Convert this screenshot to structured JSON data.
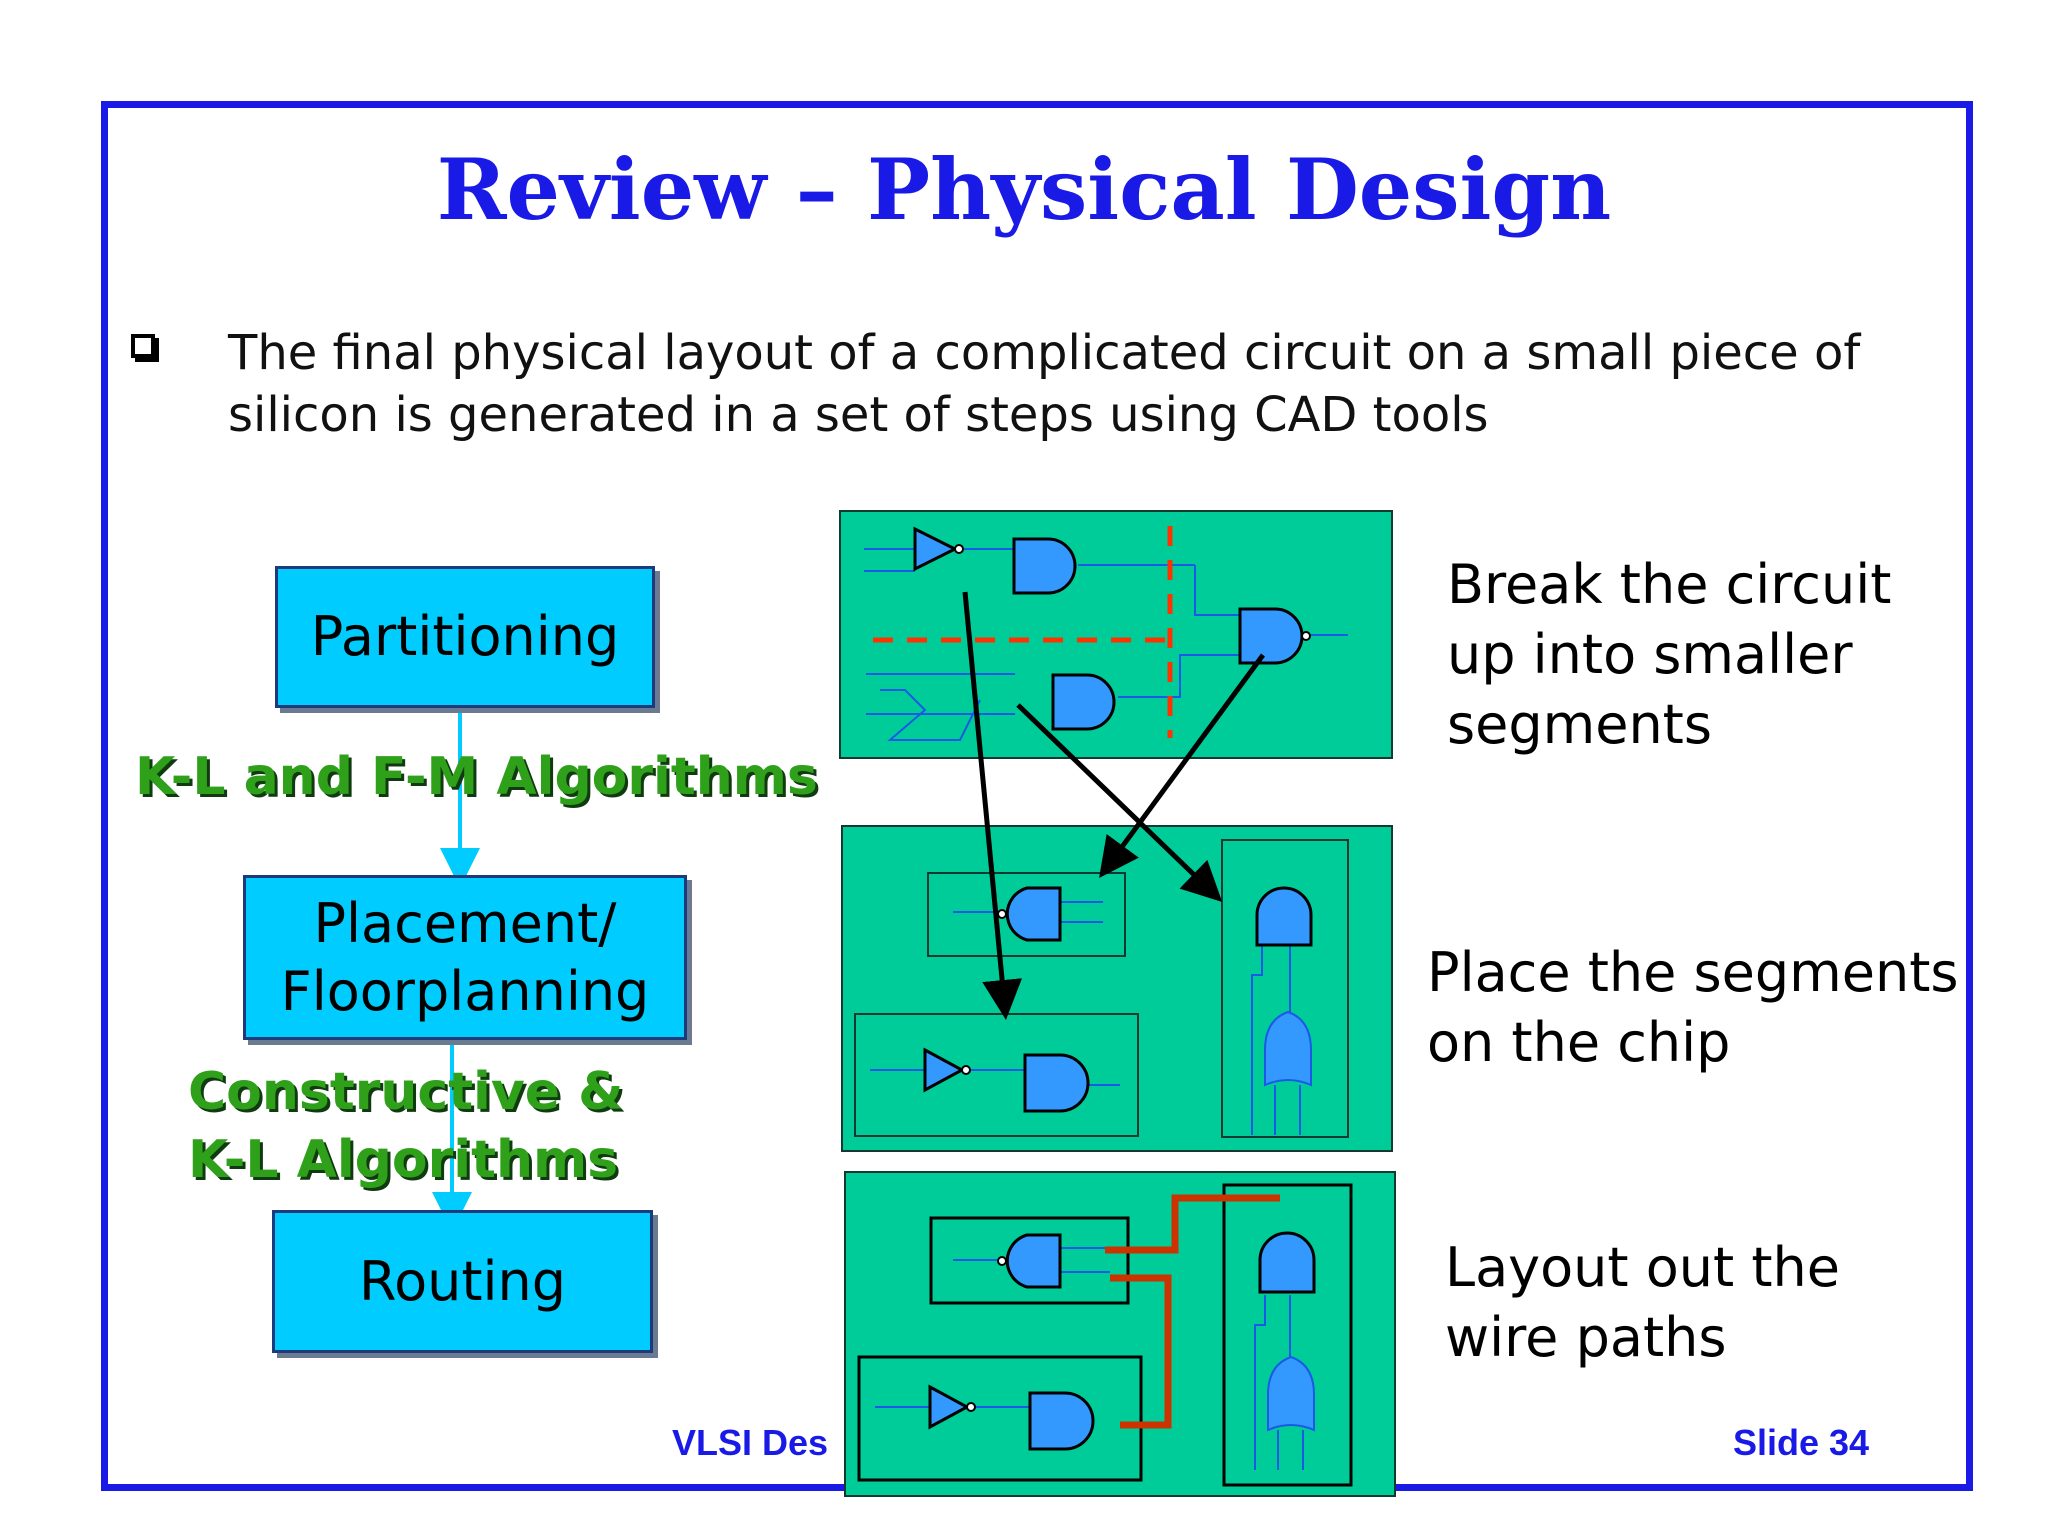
{
  "slide": {
    "title": "Review – Physical Design",
    "bullet": "The final physical layout of a complicated circuit on a small piece of silicon is generated in a set of steps using CAD tools",
    "footer_left": "VLSI Des",
    "footer_right": "Slide 34"
  },
  "flow": {
    "steps": [
      {
        "label": "Partitioning"
      },
      {
        "label": "Placement/\nFloorplanning"
      },
      {
        "label": "Routing"
      }
    ],
    "algorithms": [
      {
        "label": "K-L and F-M Algorithms"
      },
      {
        "label": "Constructive &\nK-L Algorithms"
      }
    ]
  },
  "descriptions": [
    {
      "text": "Break the circuit\nup into smaller\nsegments"
    },
    {
      "text": "Place the segments\non the chip"
    },
    {
      "text": "Layout out the\nwire paths"
    }
  ],
  "colors": {
    "accent": "#1a1ae6",
    "step_fill": "#00ccff",
    "algorithm_text": "#2ea01a",
    "panel_fill": "#00cc99",
    "gate_fill": "#3399ff",
    "partition_line": "#ff3300",
    "route_wire": "#cc3300"
  }
}
